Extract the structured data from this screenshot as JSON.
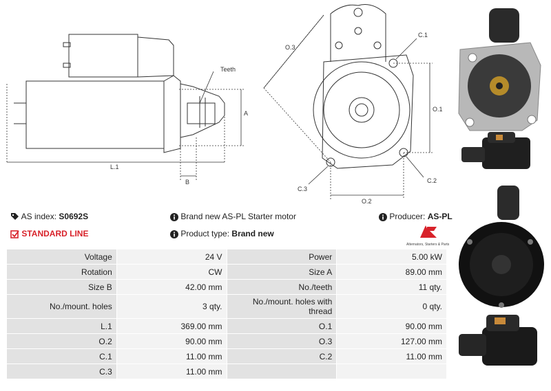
{
  "drawing": {
    "label_teeth": "Teeth",
    "label_a": "A",
    "label_b": "B",
    "label_l1": "L.1",
    "label_o1": "O.1",
    "label_o2": "O.2",
    "label_o3": "O.3",
    "label_c1": "C.1",
    "label_c2": "C.2",
    "label_c3": "C.3"
  },
  "info": {
    "index_label": "AS index:",
    "index_value": "S0692S",
    "standard_line": "STANDARD LINE",
    "description": "Brand new AS-PL Starter motor",
    "product_type_label": "Product type:",
    "product_type_value": "Brand new",
    "producer_label": "Producer:",
    "producer_value": "AS-PL",
    "logo_tagline": "Alternators, Starters & Parts"
  },
  "specs": [
    [
      "Voltage",
      "24 V",
      "Power",
      "5.00 kW"
    ],
    [
      "Rotation",
      "CW",
      "Size A",
      "89.00 mm"
    ],
    [
      "Size B",
      "42.00 mm",
      "No./teeth",
      "11 qty."
    ],
    [
      "No./mount. holes",
      "3 qty.",
      "No./mount. holes with thread",
      "0 qty."
    ],
    [
      "L.1",
      "369.00 mm",
      "O.1",
      "90.00 mm"
    ],
    [
      "O.2",
      "90.00 mm",
      "O.3",
      "127.00 mm"
    ],
    [
      "C.1",
      "11.00 mm",
      "C.2",
      "11.00 mm"
    ],
    [
      "C.3",
      "11.00 mm",
      "",
      ""
    ]
  ],
  "colors": {
    "accent_red": "#d8222a",
    "key_cell": "#e2e2e2",
    "value_cell": "#f3f3f3"
  }
}
